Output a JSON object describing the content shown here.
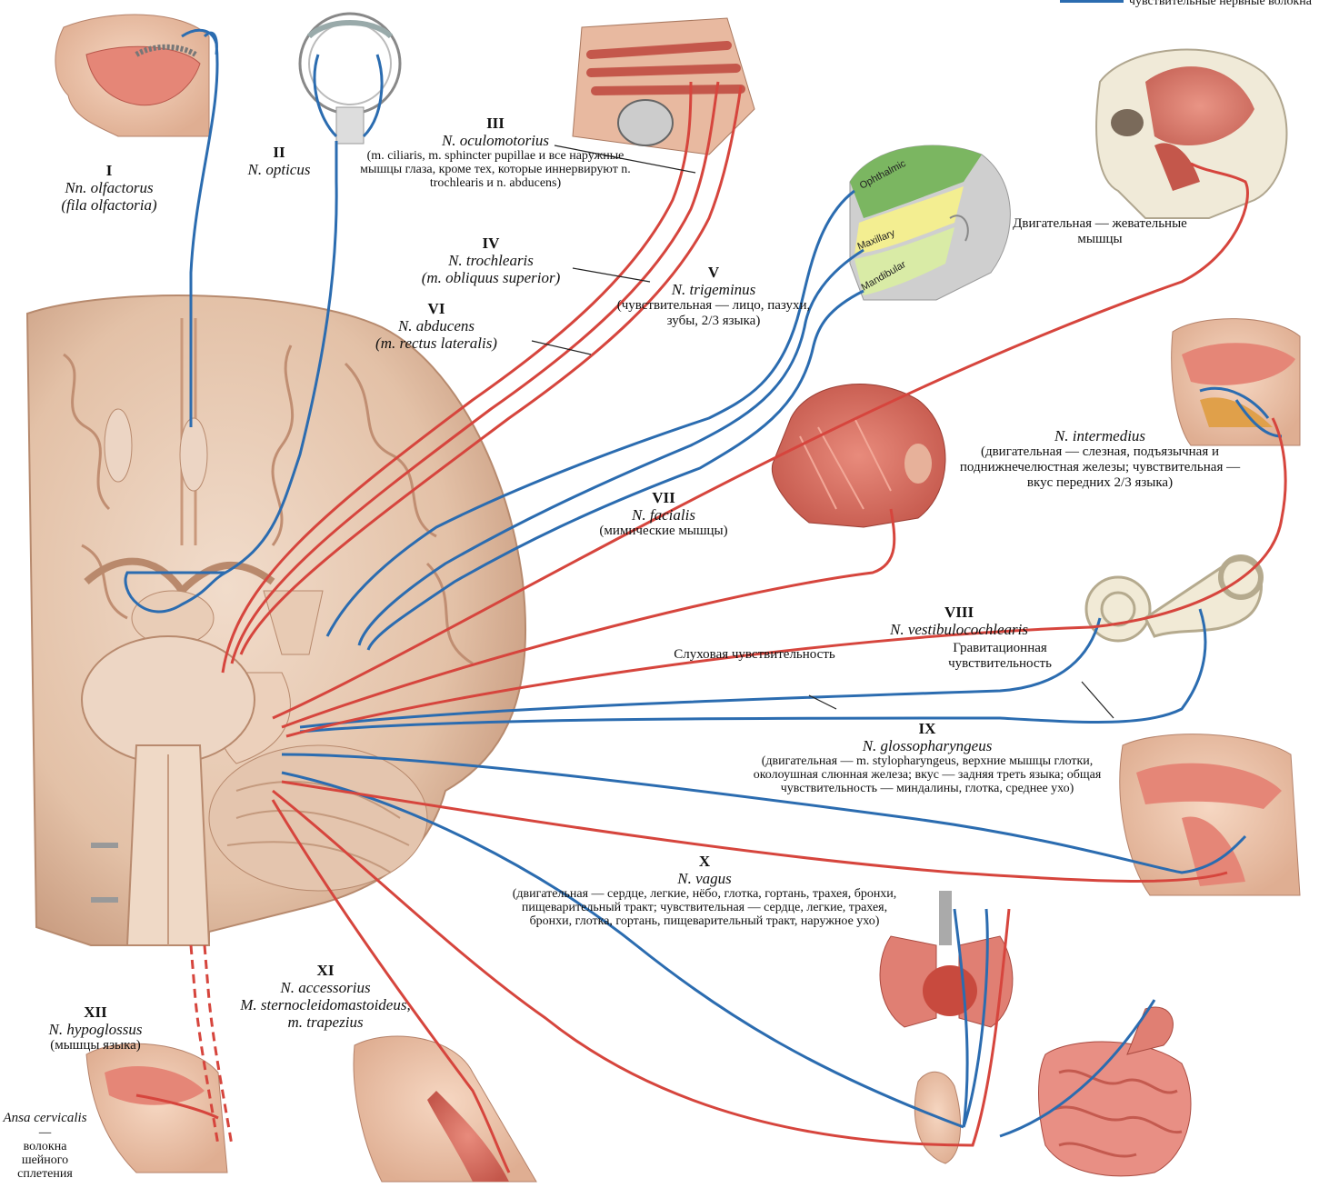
{
  "legend": {
    "sensory": "чувствительные нервные волокна",
    "sensory_color": "#2b6cb0",
    "motor_color": "#d6453d"
  },
  "nerves": {
    "I": {
      "num": "I",
      "name": "Nn. olfactorus",
      "desc": "(fila olfactoria)"
    },
    "II": {
      "num": "II",
      "name": "N. opticus"
    },
    "III": {
      "num": "III",
      "name": "N. oculomotorius",
      "desc": "(m. ciliaris, m. sphincter pupillae и все наружные мышцы глаза, кроме тех, которые иннервируют n. trochlearis и n. abducens)"
    },
    "IV": {
      "num": "IV",
      "name": "N. trochlearis",
      "desc": "(m. obliquus superior)"
    },
    "V": {
      "num": "V",
      "name": "N. trigeminus",
      "desc": "(чувствительная — лицо, пазухи, зубы, 2/3 языка)",
      "motor": "Двигательная — жевательные мышцы",
      "regions": [
        "Ophthalmic",
        "Maxillary",
        "Mandibular"
      ]
    },
    "VI": {
      "num": "VI",
      "name": "N. abducens",
      "desc": "(m. rectus lateralis)"
    },
    "VII": {
      "num": "VII",
      "name": "N. facialis",
      "desc": "(мимические мышцы)",
      "intermedius_name": "N. intermedius",
      "intermedius_desc": "(двигательная — слезная, подъязычная и поднижнечелюстная железы; чувствительная — вкус передних 2/3 языка)"
    },
    "VIII": {
      "num": "VIII",
      "name": "N. vestibulocochlearis",
      "hearing": "Слуховая чувствительность",
      "gravity": "Гравитационная чувствительность"
    },
    "IX": {
      "num": "IX",
      "name": "N. glossopharyngeus",
      "desc": "(двигательная — m. stylopharyngeus, верхние мышцы глотки, околоушная слюнная железа; вкус — задняя треть языка; общая чувствительность — миндалины, глотка, среднее ухо)"
    },
    "X": {
      "num": "X",
      "name": "N. vagus",
      "desc": "(двигательная — сердце, легкие, нёбо, глотка, гортань, трахея, бронхи, пищеварительный тракт; чувствительная — сердце, легкие, трахея, бронхи, глотка, гортань, пищеварительный тракт, наружное ухо)"
    },
    "XI": {
      "num": "XI",
      "name": "N. accessorius",
      "name2": "M. sternocleidomastoideus,",
      "name3": "m. trapezius"
    },
    "XII": {
      "num": "XII",
      "name": "N. hypoglossus",
      "desc": "(мышцы языка)",
      "ansa_name": "Ansa cervicalis —",
      "ansa_desc": "волокна шейного сплетения"
    }
  }
}
